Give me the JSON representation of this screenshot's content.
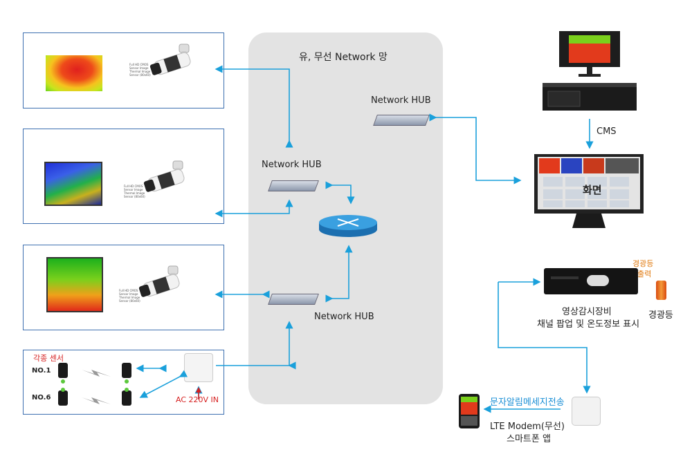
{
  "network": {
    "title": "유, 무선 Network 망",
    "hub_top": "Network HUB",
    "hub_mid": "Network HUB",
    "hub_bottom": "Network HUB"
  },
  "cms": {
    "label": "CMS",
    "screen_label": "화면"
  },
  "alarm": {
    "output_line1": "경광등",
    "output_line2": "출력",
    "lamp_label": "경광등"
  },
  "video": {
    "line1": "영상감시장비",
    "line2": "채널 팝업 및 온도정보 표시"
  },
  "sms": {
    "label": "문자알림메세지전송",
    "modem_line1": "LTE Modem(무선)",
    "modem_line2": "스마트폰 앱"
  },
  "sensors": {
    "title": "각종 센서",
    "no1": "NO.1",
    "no6": "NO.6",
    "power": "AC 220V IN"
  },
  "camera": {
    "spec1": "Full HD CMOS",
    "spec2": "Sensor Image",
    "spec3": "Thermal Image",
    "spec4": "Sensor (80x60)"
  },
  "colors": {
    "accent": "#1aa0db",
    "panel_border": "#3d6fb0",
    "cloud": "#e3e3e3",
    "red_text": "#d61f1f",
    "orange_text": "#e07a10"
  }
}
